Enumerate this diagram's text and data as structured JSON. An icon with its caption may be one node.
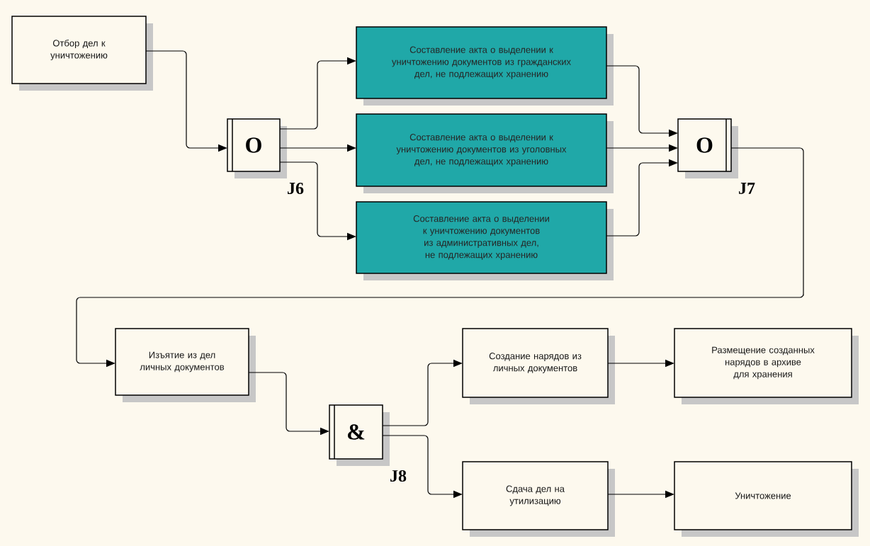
{
  "diagram": {
    "nodes": [
      {
        "text": [
          "Отбор дел к уничтожению"
        ]
      },
      {
        "text": [
          "O"
        ],
        "beside": [
          "J6"
        ]
      },
      {
        "text": [
          "Составление акта о выделении к уничтожению документов из гражданских дел, не подлежащих хранению"
        ]
      },
      {
        "text": [
          "Составление акта о выделении к уничтожению документов из уголовных дел, не подлежащих хранению"
        ]
      },
      {
        "text": [
          "Составление акта о выделении к уничтожению документов из административных дел, не подлежащих хранению"
        ]
      },
      {
        "text": [
          "O"
        ],
        "beside": [
          "J7"
        ]
      },
      {
        "text": [
          "Изъятие из дел личных документов"
        ]
      },
      {
        "text": [
          "&"
        ],
        "beside": [
          "J8"
        ]
      },
      {
        "text": [
          "Создание нарядов из личных документов"
        ]
      },
      {
        "text": [
          "Размещение созданных нарядов в архиве для хранения"
        ]
      },
      {
        "text": [
          "Сдача дел на утилизацию"
        ]
      },
      {
        "text": [
          "Уничтожение"
        ]
      }
    ],
    "edges": [
      {
        "from": 0,
        "to": 1,
        "arrow": "to"
      },
      {
        "from": 1,
        "to": 2,
        "arrow": "to"
      },
      {
        "from": 1,
        "to": 3,
        "arrow": "to"
      },
      {
        "from": 1,
        "to": 4,
        "arrow": "to"
      },
      {
        "from": 2,
        "to": 5,
        "arrow": "to"
      },
      {
        "from": 3,
        "to": 5,
        "arrow": "to"
      },
      {
        "from": 4,
        "to": 5,
        "arrow": "to"
      },
      {
        "from": 5,
        "to": 6,
        "arrow": "to"
      },
      {
        "from": 6,
        "to": 7,
        "arrow": "to"
      },
      {
        "from": 7,
        "to": 8,
        "arrow": "to"
      },
      {
        "from": 7,
        "to": 10,
        "arrow": "to"
      },
      {
        "from": 8,
        "to": 9,
        "arrow": "to"
      },
      {
        "from": 10,
        "to": 11,
        "arrow": "to"
      }
    ]
  }
}
